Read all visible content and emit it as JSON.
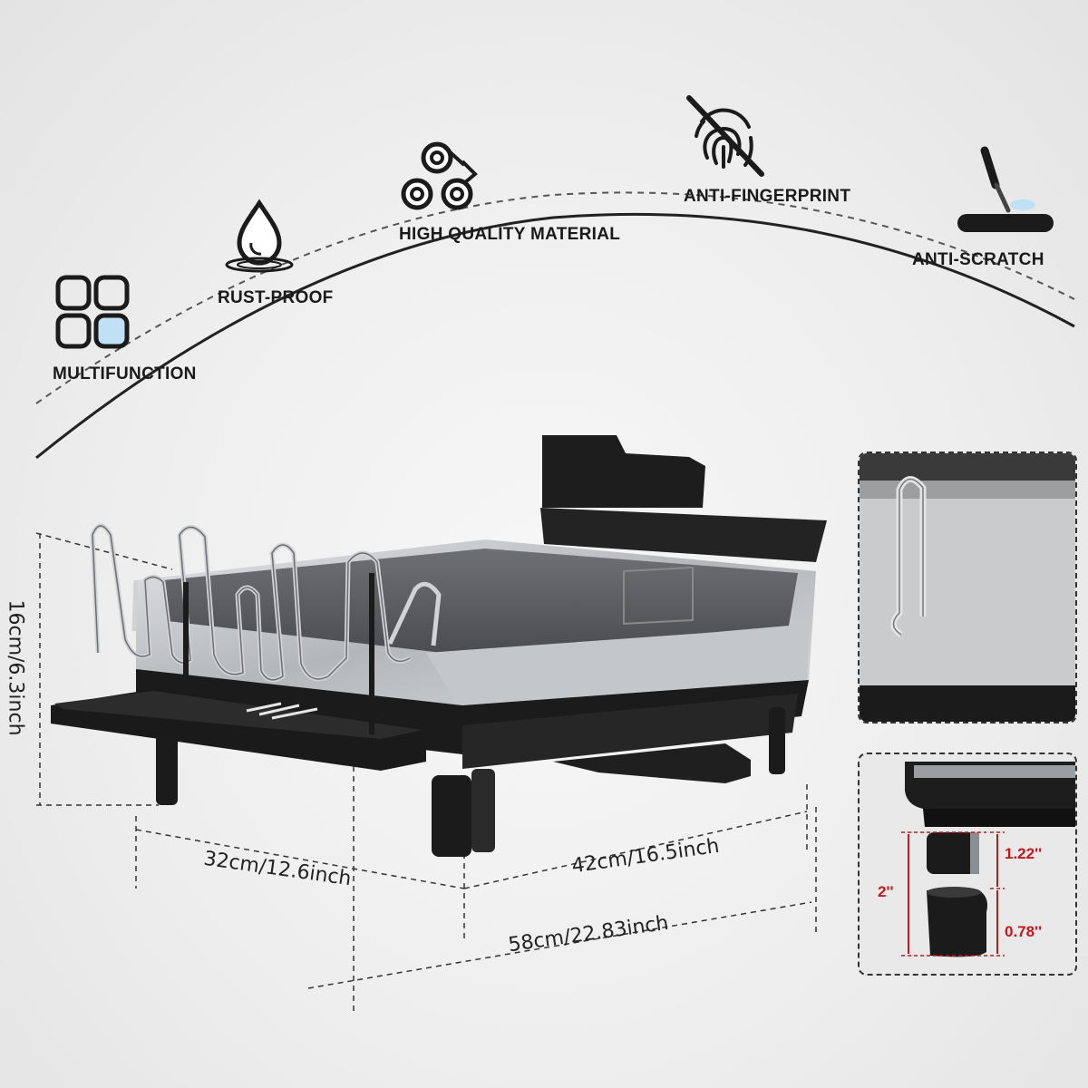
{
  "features": [
    {
      "id": "multifunction",
      "label": "MULTIFUNCTION",
      "icon": "four-squares-icon"
    },
    {
      "id": "rust_proof",
      "label": "RUST-PROOF",
      "icon": "water-drop-icon"
    },
    {
      "id": "material",
      "label": "HIGH QUALITY MATERIAL",
      "icon": "rolled-sheets-icon"
    },
    {
      "id": "anti_fingerprint",
      "label": "ANTI-FINGERPRINT",
      "icon": "fingerprint-slash-icon"
    },
    {
      "id": "anti_scratch",
      "label": "ANTI-SCRATCH",
      "icon": "knife-scratch-icon"
    }
  ],
  "dimensions": {
    "height": "16cm/6.3inch",
    "depth": "32cm/12.6inch",
    "width": "42cm/16.5inch",
    "extended": "58cm/22.83inch"
  },
  "detail": {
    "total": "2''",
    "upper": "1.22''",
    "lower": "0.78''"
  },
  "colors": {
    "accent_red": "#c8161d",
    "steel": "#b9bcbf",
    "black": "#1b1b1b"
  }
}
